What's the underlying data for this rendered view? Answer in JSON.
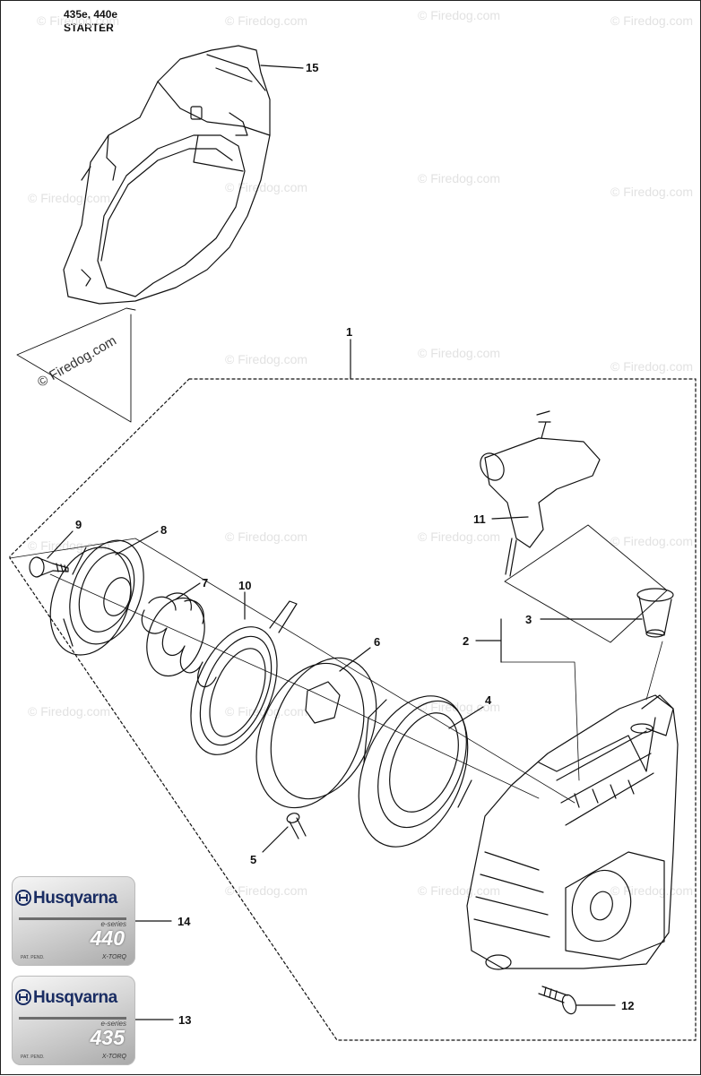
{
  "header": {
    "models": "435e, 440e",
    "section": "STARTER"
  },
  "watermark_text": "© Firedog.com",
  "callouts": [
    "15",
    "1",
    "9",
    "8",
    "7",
    "10",
    "6",
    "11",
    "3",
    "2",
    "4",
    "5",
    "14",
    "12",
    "13"
  ],
  "decals": [
    {
      "brand": "Husqvarna",
      "series": "e-series",
      "model": "440",
      "badge": "X-TORQ",
      "fine_print": "PAT. PEND."
    },
    {
      "brand": "Husqvarna",
      "series": "e-series",
      "model": "435",
      "badge": "X-TORQ",
      "fine_print": "PAT. PEND."
    }
  ],
  "colors": {
    "line": "#111111",
    "watermark": "#e2e2e2",
    "brand_blue": "#1a2d63"
  }
}
